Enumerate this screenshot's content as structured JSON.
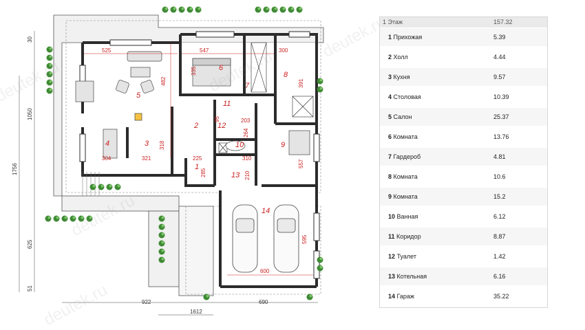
{
  "watermark": "deutek.ru",
  "plan": {
    "dimensions": {
      "d_525": "525",
      "d_547": "547",
      "d_300": "300",
      "d_335": "335",
      "d_482": "482",
      "d_391": "391",
      "d_318": "318",
      "d_321": "321",
      "d_304": "304",
      "d_225": "225",
      "d_285": "285",
      "d_95": "95",
      "d_203": "203",
      "d_264": "264",
      "d_310": "310",
      "d_210": "210",
      "d_557": "557",
      "d_600": "600",
      "d_595": "595",
      "d_922": "922",
      "d_690": "690",
      "d_1612": "1612",
      "d_30": "30",
      "d_1050": "1050",
      "d_1756": "1756",
      "d_625": "625",
      "d_51": "51"
    },
    "room_numbers": [
      "1",
      "2",
      "3",
      "4",
      "5",
      "6",
      "7",
      "8",
      "9",
      "10",
      "11",
      "12",
      "13",
      "14"
    ],
    "colors": {
      "wall": "#2b2b2b",
      "room_number": "#cc1f1f",
      "dimension": "#cc1f1f",
      "wet_zone": "#bfe3f4",
      "terrace": "#f0f0f0",
      "greenery": "#3f8a34"
    }
  },
  "table": {
    "header": {
      "floor": "1 Этаж",
      "total": "157.32"
    },
    "rows": [
      {
        "num": "1",
        "name": "Прихожая",
        "area": "5.39"
      },
      {
        "num": "2",
        "name": "Холл",
        "area": "4.44"
      },
      {
        "num": "3",
        "name": "Кухня",
        "area": "9.57"
      },
      {
        "num": "4",
        "name": "Столовая",
        "area": "10.39"
      },
      {
        "num": "5",
        "name": "Салон",
        "area": "25.37"
      },
      {
        "num": "6",
        "name": "Комната",
        "area": "13.76"
      },
      {
        "num": "7",
        "name": "Гардероб",
        "area": "4.81"
      },
      {
        "num": "8",
        "name": "Комната",
        "area": "10.6"
      },
      {
        "num": "9",
        "name": "Комната",
        "area": "15.2"
      },
      {
        "num": "10",
        "name": "Ванная",
        "area": "6.12"
      },
      {
        "num": "11",
        "name": "Коридор",
        "area": "8.87"
      },
      {
        "num": "12",
        "name": "Туалет",
        "area": "1.42"
      },
      {
        "num": "13",
        "name": "Котельная",
        "area": "6.16"
      },
      {
        "num": "14",
        "name": "Гараж",
        "area": "35.22"
      }
    ]
  }
}
